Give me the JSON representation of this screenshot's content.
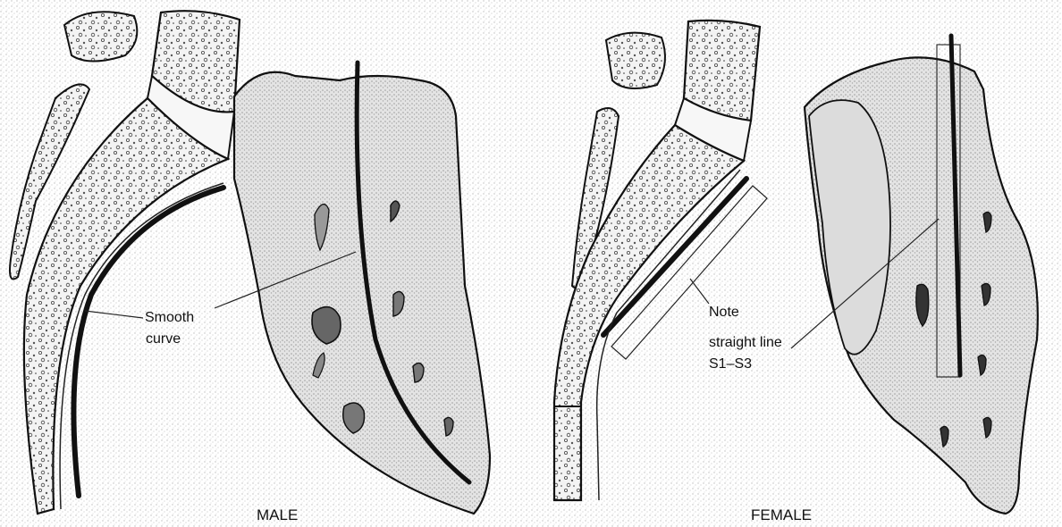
{
  "figure": {
    "male": {
      "label_line1": "Smooth",
      "label_line2": "curve",
      "caption": "MALE"
    },
    "female": {
      "label_line1": "Note",
      "label_line2": "straight line",
      "label_line3": "S1–S3",
      "caption": "FEMALE"
    }
  },
  "colors": {
    "ink": "#111111",
    "stipple": "#cfcfcf",
    "bone_fill": "#e9e9e9",
    "paper": "#ffffff"
  }
}
